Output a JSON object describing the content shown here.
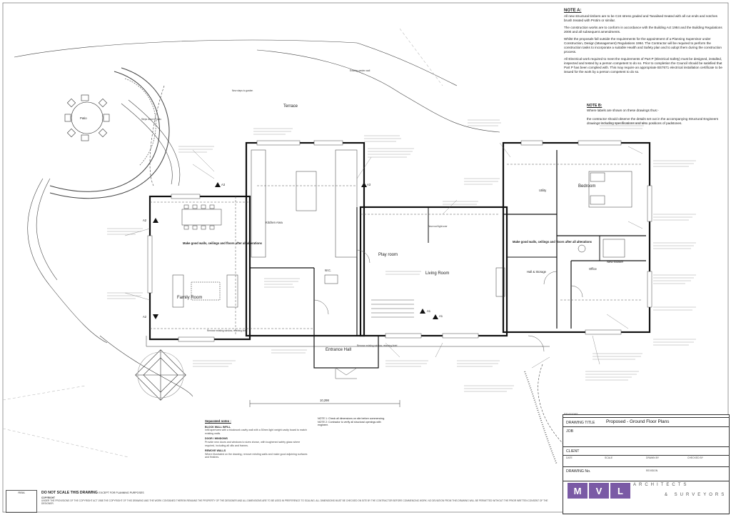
{
  "notes": {
    "note_a_title": "NOTE A:",
    "note_a_p1": "All new structural timbers are to be C24 stress graded and Tanalised treated with all cut ends and notches brush treated with Protim or similar.",
    "note_a_p2": "The construction works are to conform in accordance with the Building Act 1984 and the Building Regulations 2000 and all subsequent amendments.",
    "note_a_p3": "Whilst the proposals fall outside the requirements for the appointment of a Planning Supervisor under Construction, Design (Management) Regulations 1994. The Contractor will be required to perform the construction tasks to incorporate a suitable Health and Safety plan and to adopt them during the construction process.",
    "note_a_p4": "All Electrical work required to meet the requirements of Part P (Electrical Safety) must be designed, installed, inspected and tested by a person competent to do so. Prior to completion the Council should be satisfied that Part P has been complied with. This may require an appropriate BS7671 electrical installation certificate to be issued for the work by a person competent to do so.",
    "note_b_title": "NOTE B:",
    "note_b_p1": "Where labels are shown on these drawings thus:-",
    "note_b_p2": "the contractor should observe the details set out in the accompanying Structural Engineers drawings including specifications and also positions of padstones."
  },
  "rooms": {
    "patio": "Patio",
    "terrace": "Terrace",
    "family_room": "Family Room",
    "kitchen": "Kitchen Area",
    "play_room": "Play room",
    "living_room": "Living Room",
    "entrance_hall": "Entrance Hall",
    "utility": "Utility",
    "bedroom": "Bedroom",
    "hall_storage": "Hall & Storage",
    "office": "Office",
    "new_shower": "New shower",
    "wc": "W.C."
  },
  "plan_notes": {
    "make_good": "Make good walls, ceilings and floors after all alterations",
    "make_good_2": "Make good walls, ceilings and floors after all alterations",
    "new_steps": "New steps to garden",
    "existing_garden_wall": "Existing garden wall",
    "step_down": "Steps down to patio",
    "remove_existing_window": "Remove existing window, retaining lintel",
    "new_roof": "New roof light over"
  },
  "section_markers": [
    "A1",
    "A2",
    "A3"
  ],
  "title_block": {
    "revisions_label": "REVISIONS",
    "drawing_title_label": "DRAWING TITLE",
    "drawing_title": "Proposed - Ground Floor Plans",
    "job_label": "JOB",
    "client_label": "CLIENT",
    "date_label": "DATE",
    "scale_label": "SCALE",
    "drawn_by_label": "DRAWN BY",
    "checked_by_label": "CHECKED BY",
    "drawing_no_label": "DRAWING No.",
    "revision_label": "REVISION",
    "firm_line1": "ARCHITECTS",
    "firm_line2": "& SURVEYORS",
    "logo_letters": [
      "M",
      "V",
      "L"
    ]
  },
  "footer": {
    "do_not_scale": "DO NOT SCALE THIS DRAWING",
    "do_not_scale_suffix": "EXCEPT FOR PLANNING PURPOSES",
    "copyright_title": "COPYRIGHT",
    "copyright_text": "UNDER THE PROVISIONS OF THE COPYRIGHT ACT 1988 THE COPYRIGHT OF THIS DRAWING AND THE WORK CONTAINED THEREIN REMAINS THE PROPERTY OF THE DESIGNER AND ALL DIMENSIONS ARE TO BE USED IN PREFERENCE TO SCALING. ALL DIMENSIONS MUST BE CHECKED ON SITE BY THE CONTRACTOR BEFORE COMMENCING WORK. NO DEVIATION FROM THIS DRAWING WILL BE PERMITTED WITHOUT THE PRIOR WRITTEN CONSENT OF THE DESIGNER.",
    "stamp_text": "RIBA"
  },
  "legend": {
    "title": "Separated notes :",
    "items": [
      {
        "name": "BLOCK WALL INFILL",
        "body": "Infill apertures with a blockwork cavity wall with a 50mm light weight cavity board to match existing walls."
      },
      {
        "name": "DOOR / WINDOWS",
        "body": "Provide new doors and windows to sizes shown, with toughened safety glass where required, including all cills and frames."
      },
      {
        "name": "REMOVE WALLS",
        "body": "Where illustrated on the drawing, remove existing walls and make good adjoining surfaces and finishes."
      }
    ]
  },
  "note_centre": "NOTE 1: Check all dimensions on site before commencing. NOTE 2: Contractor to verify all structural openings with engineer.",
  "dimension": "10,298"
}
